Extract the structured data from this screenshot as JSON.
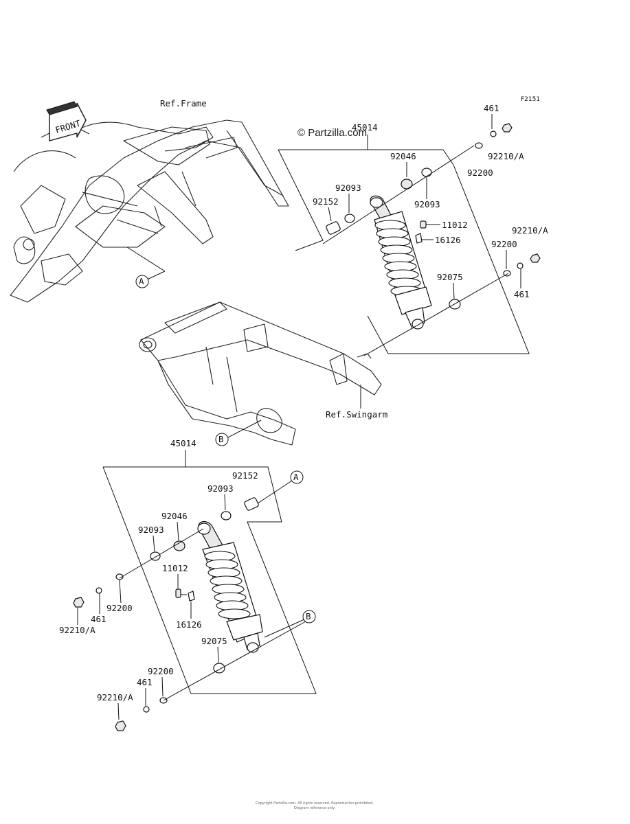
{
  "figure_code": "F2151",
  "watermark": "© Partzilla.com",
  "ref_frame": "Ref.Frame",
  "ref_swingarm": "Ref.Swingarm",
  "front_label": "FRONT",
  "callouts": {
    "a": "A",
    "b": "B"
  },
  "upper_assembly": {
    "assembly": "45014",
    "p461_top": "461",
    "p92210a_top": "92210/A",
    "p92046": "92046",
    "p92200_top": "92200",
    "p92093_a": "92093",
    "p92093_b": "92093",
    "p92152": "92152",
    "p11012": "11012",
    "p16126": "16126",
    "p92210a_right": "92210/A",
    "p92200_right": "92200",
    "p92075": "92075",
    "p461_right": "461"
  },
  "lower_assembly": {
    "assembly": "45014",
    "p92152": "92152",
    "p92093_a": "92093",
    "p92046": "92046",
    "p92093_b": "92093",
    "p11012": "11012",
    "p92200_a": "92200",
    "p461_a": "461",
    "p92210a_a": "92210/A",
    "p16126": "16126",
    "p92075": "92075",
    "p92200_b": "92200",
    "p461_b": "461",
    "p92210a_b": "92210/A"
  },
  "footer_line1": "Copyright Partzilla.com. All rights reserved. Reproduction prohibited.",
  "footer_line2": "Diagram reference only."
}
